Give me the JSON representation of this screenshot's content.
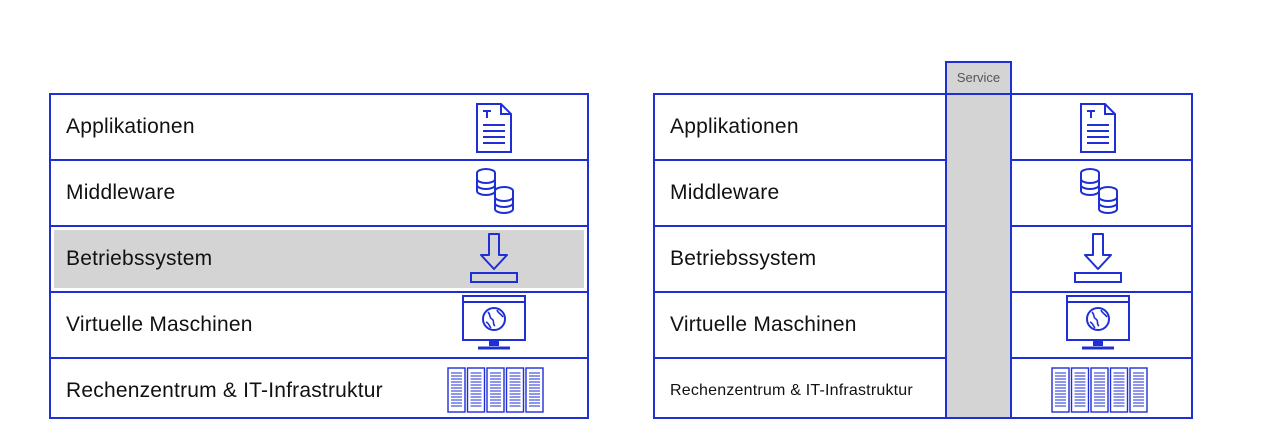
{
  "colors": {
    "accent": "#1f2fd6",
    "highlight": "#d4d4d4"
  },
  "left_stack": {
    "layers": [
      {
        "label": "Applikationen",
        "icon": "document-icon"
      },
      {
        "label": "Middleware",
        "icon": "database-icon"
      },
      {
        "label": "Betriebssystem",
        "icon": "download-icon",
        "highlighted": true
      },
      {
        "label": "Virtuelle Maschinen",
        "icon": "monitor-globe-icon"
      },
      {
        "label": "Rechenzentrum & IT-Infrastruktur",
        "icon": "server-rack-icon"
      }
    ]
  },
  "right_stack": {
    "service_label": "Service",
    "layers": [
      {
        "label": "Applikationen",
        "icon": "document-icon"
      },
      {
        "label": "Middleware",
        "icon": "database-icon"
      },
      {
        "label": "Betriebssystem",
        "icon": "download-icon"
      },
      {
        "label": "Virtuelle Maschinen",
        "icon": "monitor-globe-icon"
      },
      {
        "label": "Rechenzentrum & IT-Infrastruktur",
        "icon": "server-rack-icon"
      }
    ]
  }
}
